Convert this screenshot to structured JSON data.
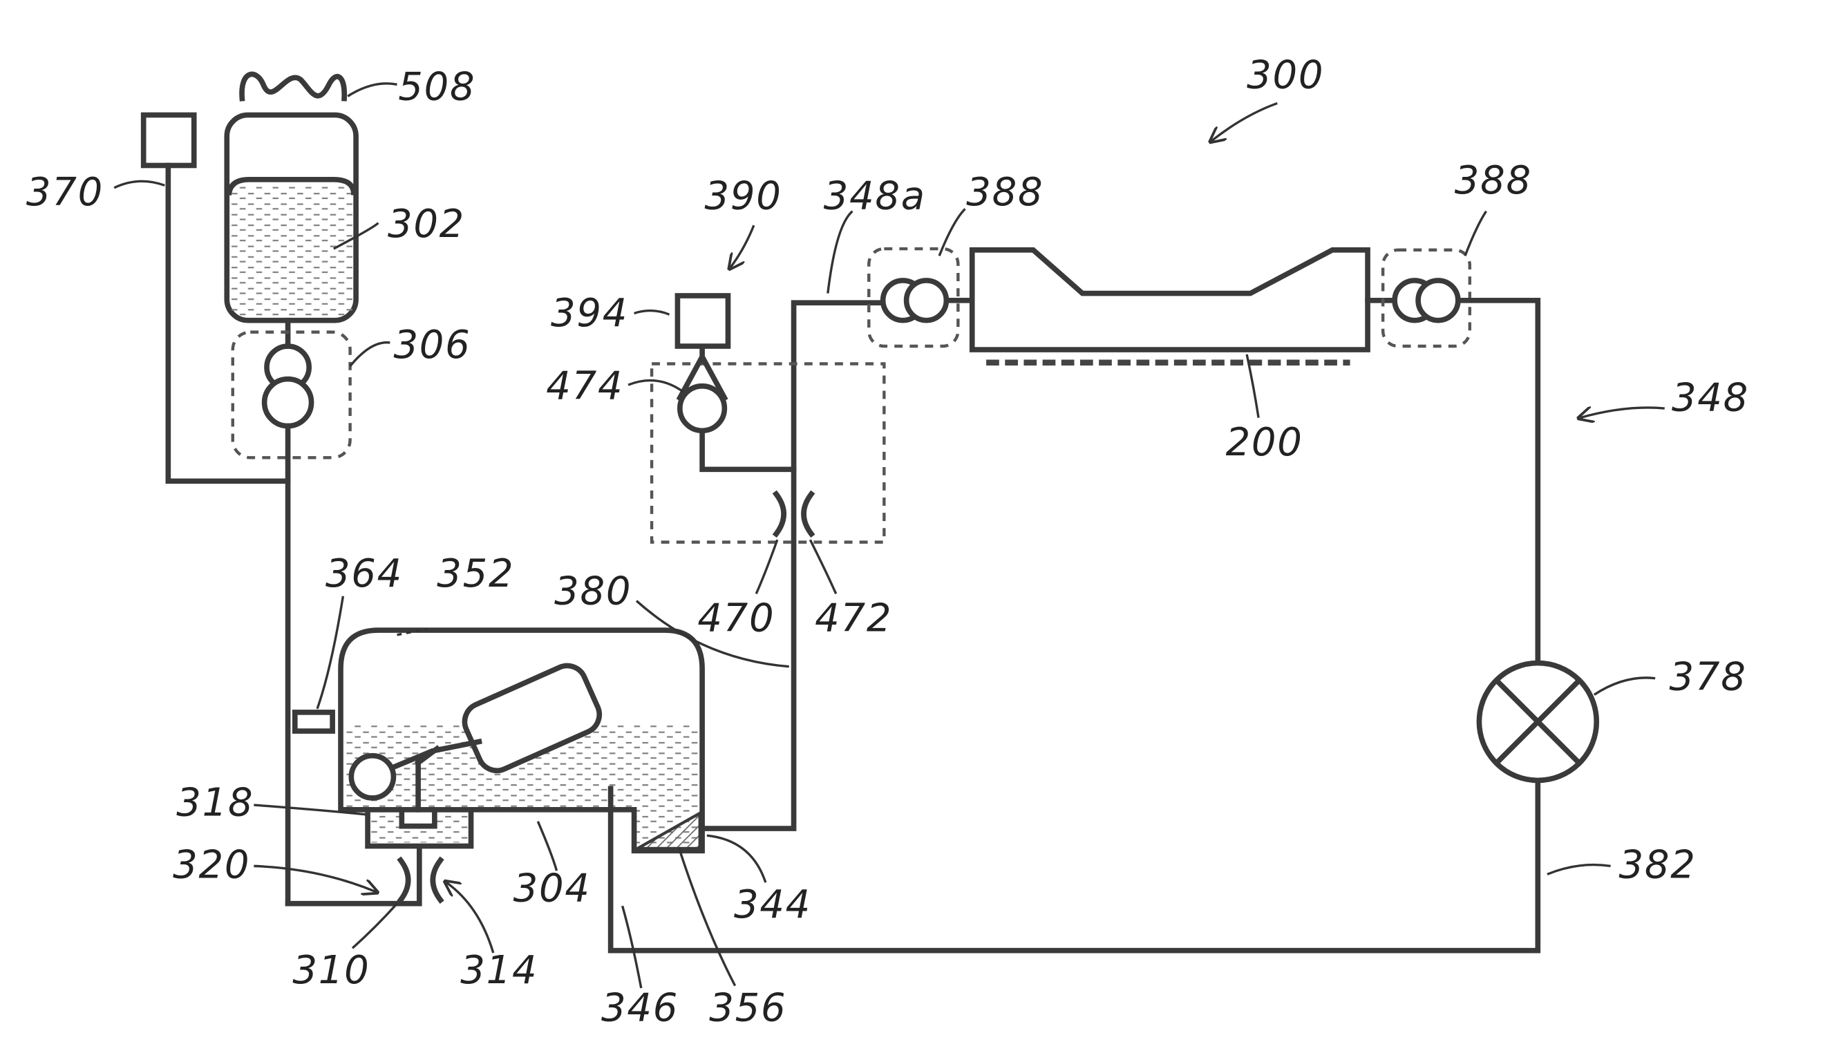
{
  "figure": {
    "labels": {
      "system": "300",
      "cap": "508",
      "level_sensor": "370",
      "supply_container": "302",
      "supply_pump": "306",
      "bypass_unit": "390",
      "outlet_line": "348a",
      "pump_left": "388",
      "pump_right": "388",
      "pressure_source": "394",
      "check_valve": "474",
      "circuit": "348",
      "cartridge": "200",
      "orifice_left": "470",
      "orifice_right": "472",
      "tank_sensor": "364",
      "tank": "352",
      "tank_outlet": "380",
      "valve": "378",
      "chamber": "318",
      "supply_line_arrow": "320",
      "liquid": "304",
      "outlet_port": "344",
      "return_line": "382",
      "orifice_inlet": "310",
      "inlet_arrow": "314",
      "return_channel": "346",
      "filter": "356"
    }
  }
}
